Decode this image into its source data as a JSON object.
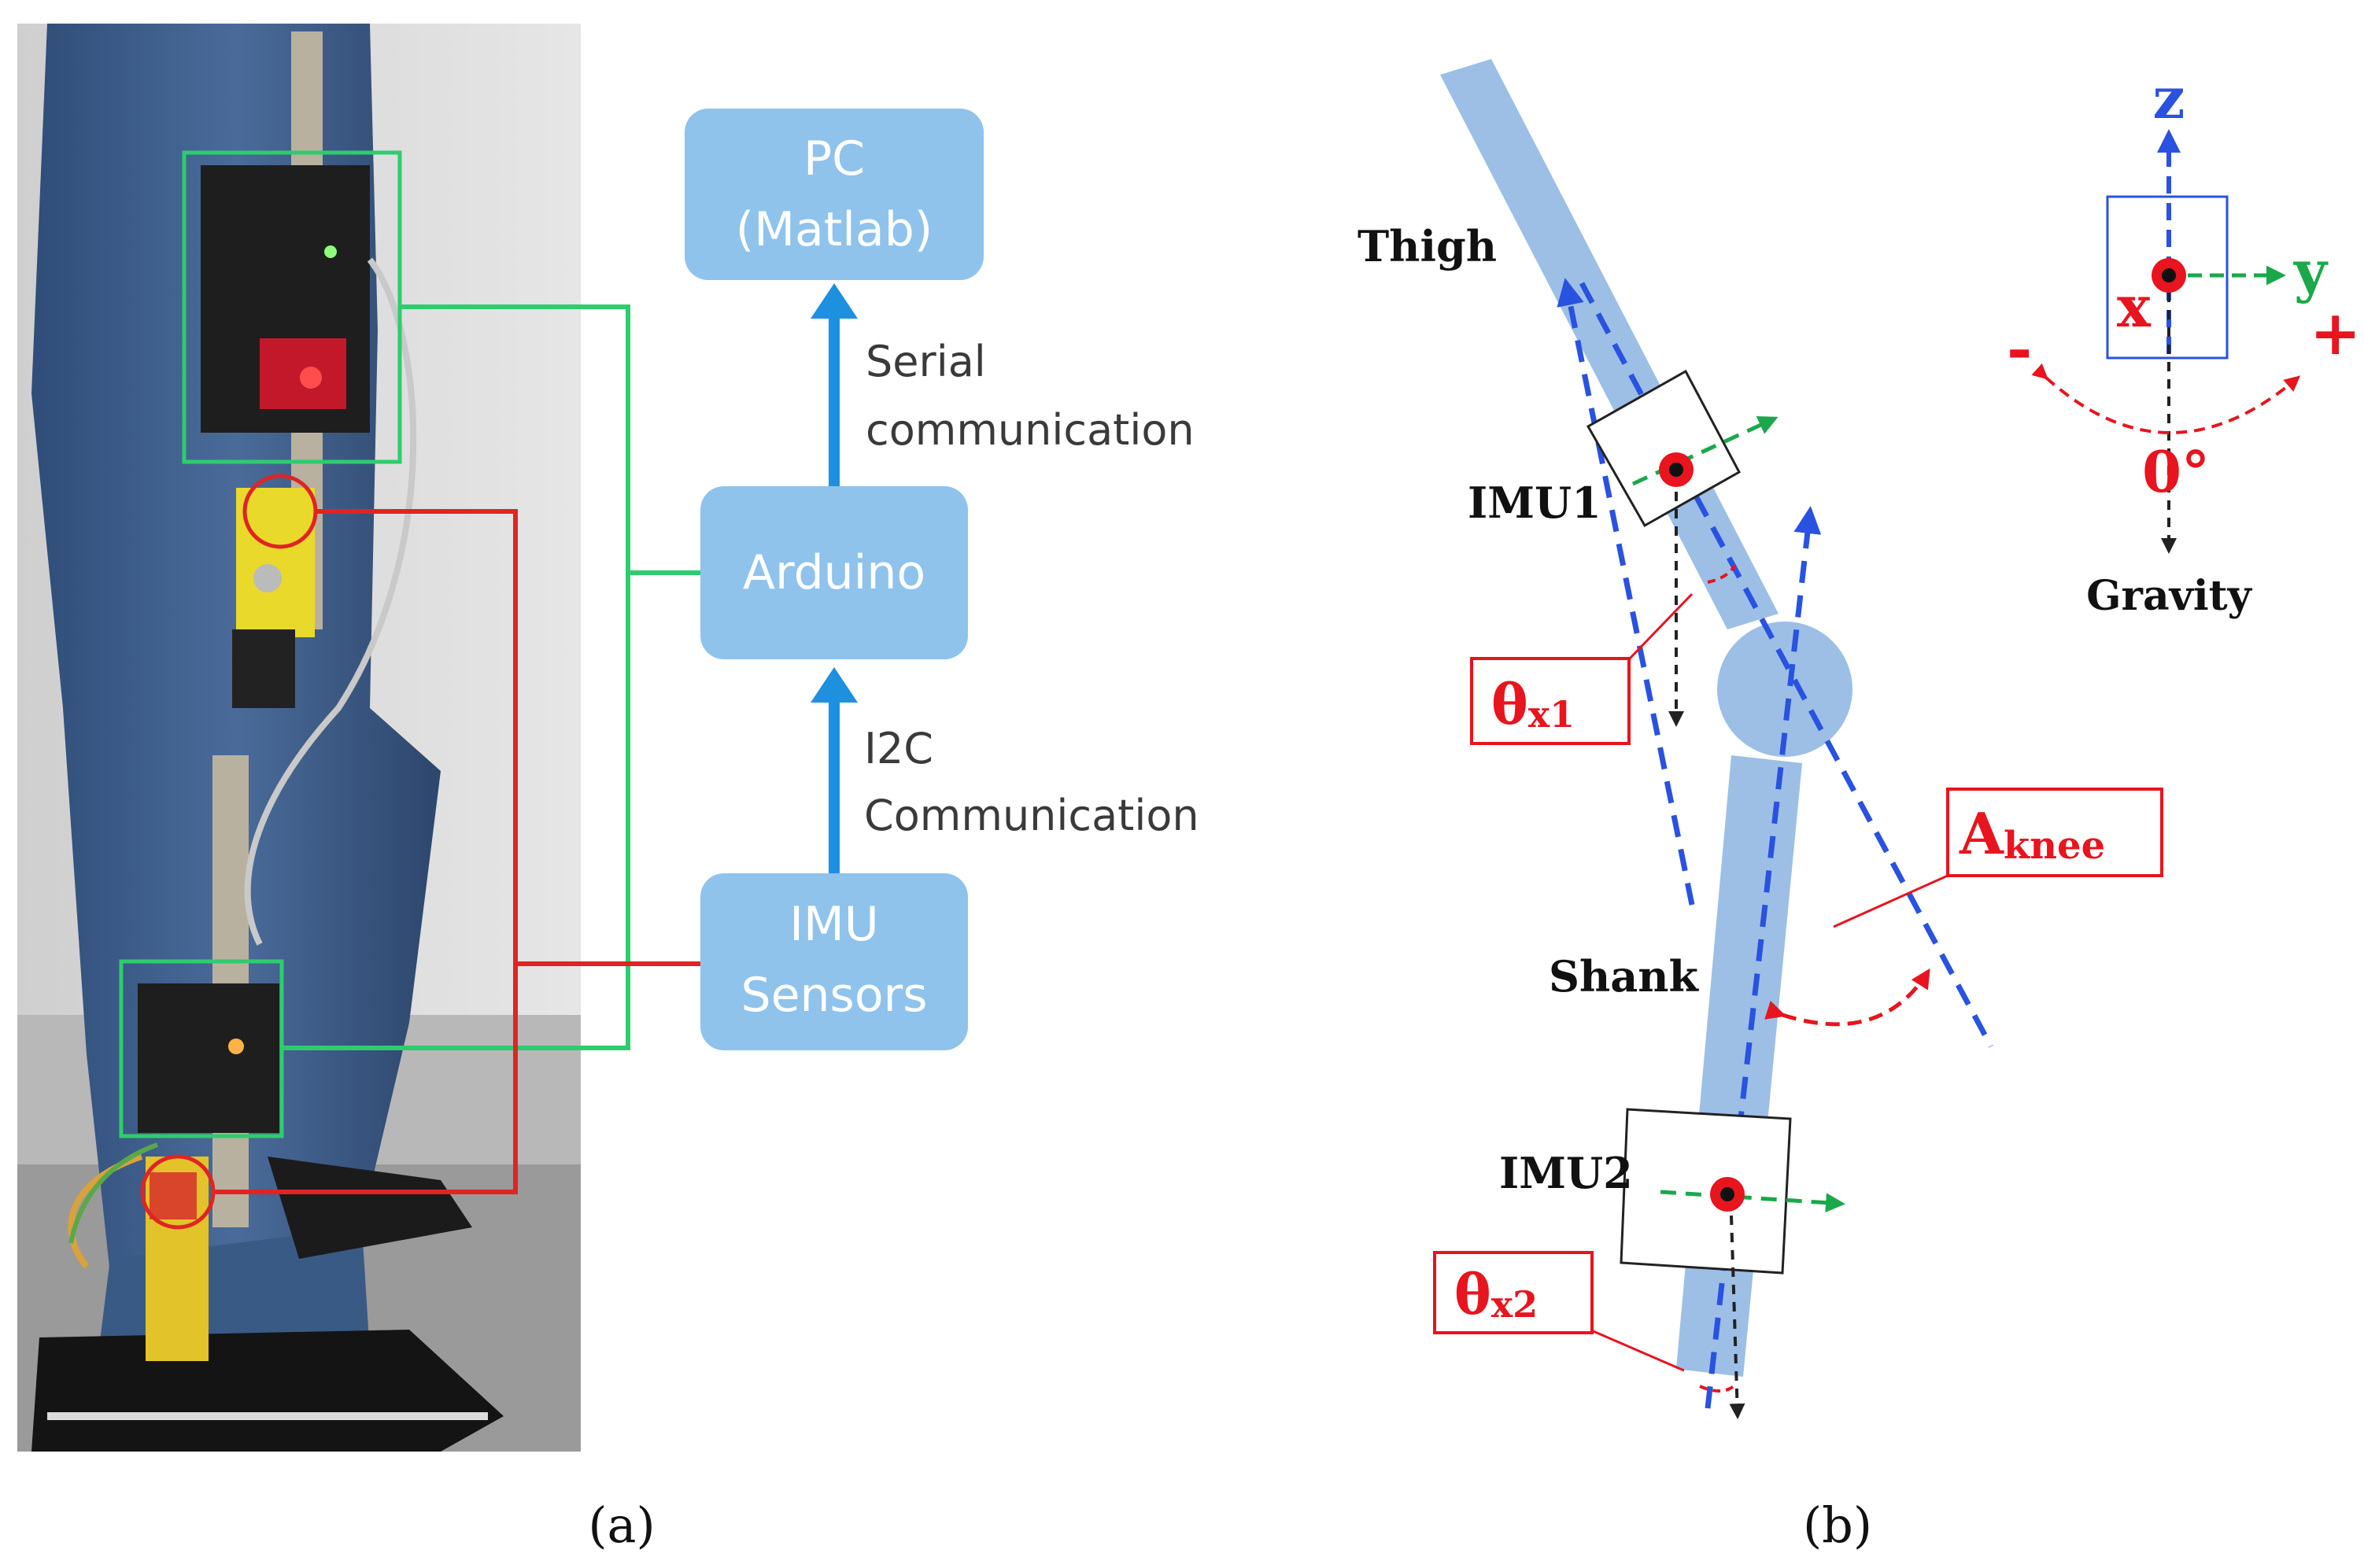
{
  "panel_a": {
    "caption": "(a)",
    "blocks": {
      "pc_line1": "PC",
      "pc_line2": "(Matlab)",
      "arduino": "Arduino",
      "imu_line1": "IMU",
      "imu_line2": "Sensors"
    },
    "links": {
      "serial_line1": "Serial",
      "serial_line2": "communication",
      "i2c_line1": "I2C",
      "i2c_line2": "Communication"
    }
  },
  "panel_b": {
    "caption": "(b)",
    "segments": {
      "thigh": "Thigh",
      "shank": "Shank"
    },
    "sensors": {
      "imu1": "IMU1",
      "imu2": "IMU2"
    },
    "angles": {
      "theta_x1": {
        "symbol": "θ",
        "sub": "x1"
      },
      "theta_x2": {
        "symbol": "θ",
        "sub": "x2"
      },
      "knee": {
        "symbol": "A",
        "sub": "knee"
      }
    },
    "frame": {
      "z": "z",
      "y": "y",
      "x": "x",
      "minus": "-",
      "plus": "+",
      "zero": "0°",
      "gravity": "Gravity"
    }
  },
  "colors": {
    "block_fill": "#8fc3ec",
    "block_text": "#ffffff",
    "arrow_blue": "#1e90e0",
    "wire_green": "#2ecc6e",
    "wire_red": "#e02424",
    "limb_fill": "#9dbfe6",
    "axis_blue": "#2a52e0",
    "label_red": "#e8141e",
    "axis_green": "#1aa84a"
  }
}
